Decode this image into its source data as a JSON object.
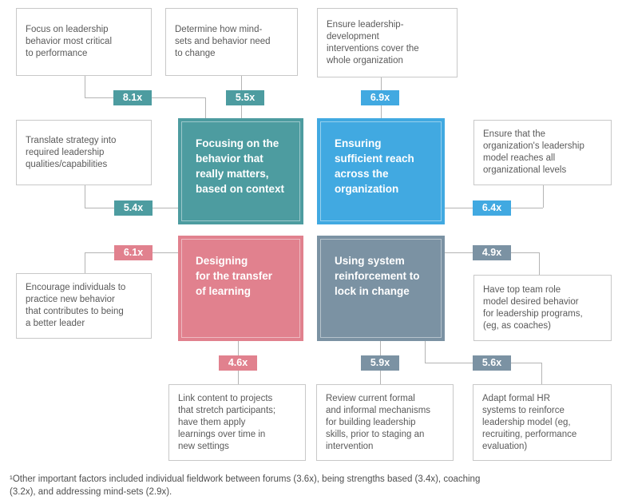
{
  "colors": {
    "teal": "#4d9ca0",
    "blue": "#41a9e1",
    "pink": "#e1818e",
    "slate": "#7b92a3",
    "connector": "#b4b4b4",
    "box_border": "#c8c8c8",
    "text": "#5a5a5a"
  },
  "main_factors": [
    {
      "label": "Focusing on the\nbehavior that\nreally matters,\nbased on context"
    },
    {
      "label": "Ensuring\nsufficient reach\nacross the\norganization"
    },
    {
      "label": "Designing\nfor the transfer\nof learning"
    },
    {
      "label": "Using system\nreinforcement to\nlock in change"
    }
  ],
  "practices": [
    {
      "label": "Focus on leadership\nbehavior most critical\nto performance",
      "multiplier": "8.1x"
    },
    {
      "label": "Determine how mind-\nsets and behavior need\nto change",
      "multiplier": "5.5x"
    },
    {
      "label": "Ensure leadership-\ndevelopment\ninterventions cover the\nwhole organization",
      "multiplier": "6.9x"
    },
    {
      "label": "Translate strategy into\nrequired leadership\nqualities/capabilities",
      "multiplier": "5.4x"
    },
    {
      "label": "Ensure that the\norganization's leadership\nmodel reaches all\norganizational levels",
      "multiplier": "6.4x"
    },
    {
      "label": "Encourage individuals to\npractice new behavior\nthat contributes to being\na better leader",
      "multiplier": "6.1x"
    },
    {
      "label": "Have top team role\nmodel desired behavior\nfor leadership programs,\n(eg, as coaches)",
      "multiplier": "4.9x"
    },
    {
      "label": "Link content to projects\nthat stretch participants;\nhave them apply\nlearnings over time in\nnew settings",
      "multiplier": "4.6x"
    },
    {
      "label": "Review current formal\nand informal mechanisms\nfor building leadership\nskills, prior to staging an\nintervention",
      "multiplier": "5.9x"
    },
    {
      "label": "Adapt formal HR\nsystems to reinforce\nleadership model (eg,\nrecruiting, performance\nevaluation)",
      "multiplier": "5.6x"
    }
  ],
  "footnote": "¹Other important factors included individual fieldwork between forums (3.6x), being strengths based (3.4x), coaching\n(3.2x), and addressing mind-sets (2.9x)."
}
